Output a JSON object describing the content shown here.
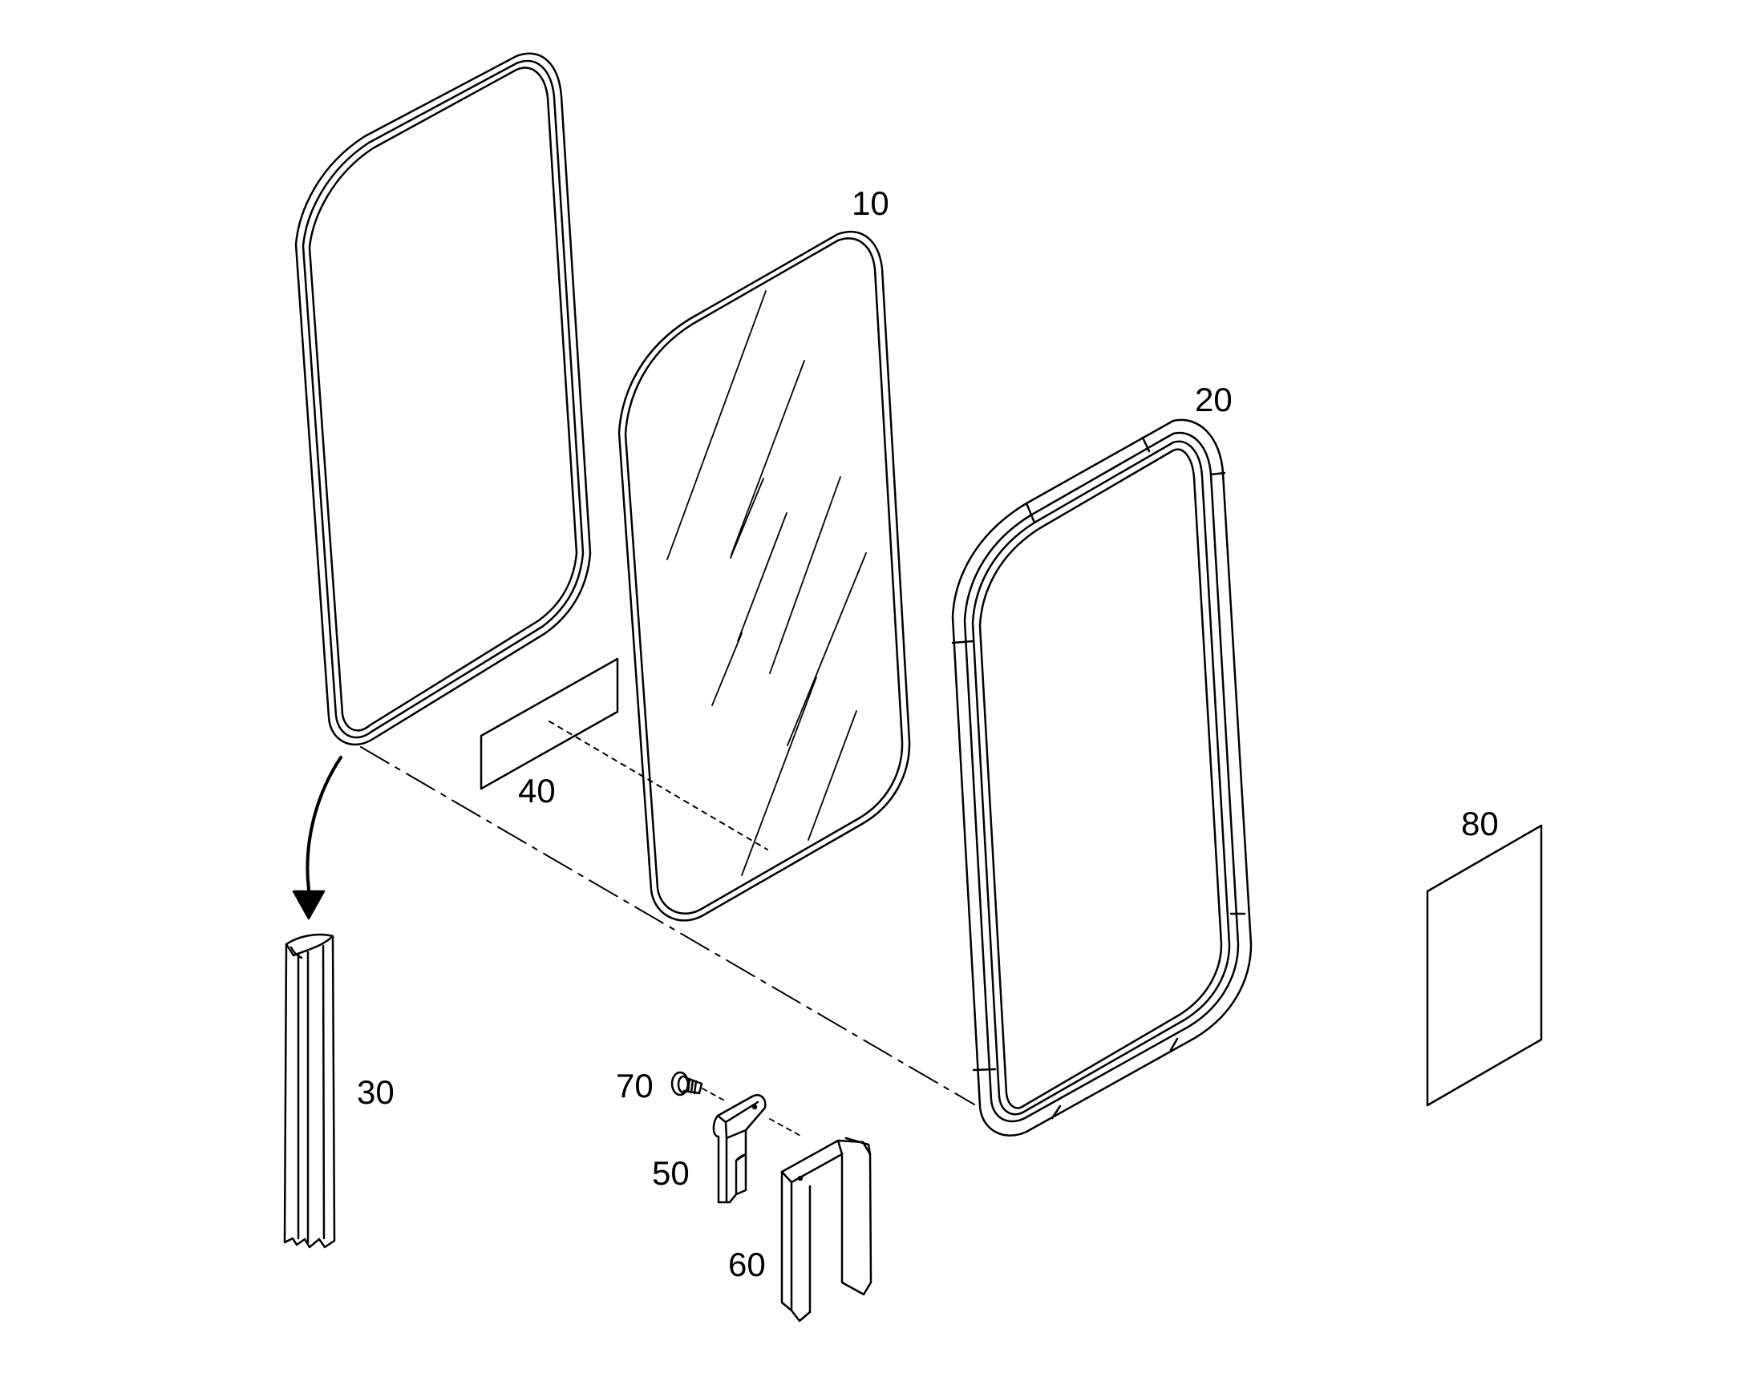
{
  "labels": {
    "glass_pane": "10",
    "outer_frame": "20",
    "seal_profile": "30",
    "rear_seal_ring": "",
    "label_strip": "40",
    "clip": "50",
    "channel_bracket": "60",
    "screw": "70",
    "sheet": "80"
  },
  "colors": {
    "line": "#000000",
    "background": "#ffffff"
  }
}
